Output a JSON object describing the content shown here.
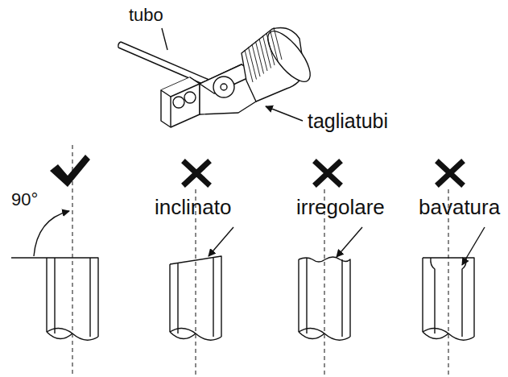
{
  "diagram": {
    "labels": [
      "tubo",
      "tagliatubi",
      "90°",
      "inclinato",
      "irregolare",
      "bavatura"
    ]
  }
}
